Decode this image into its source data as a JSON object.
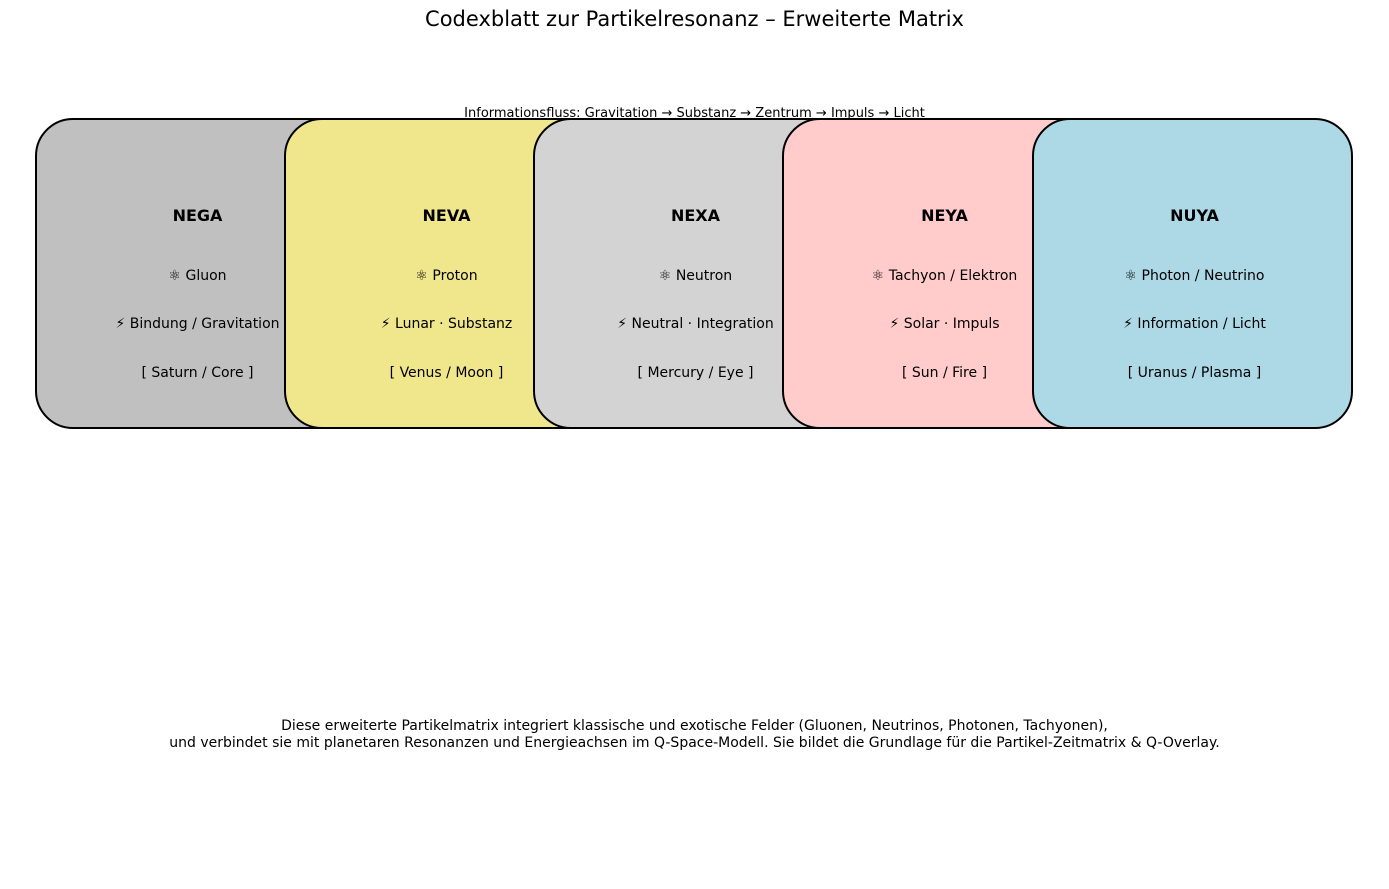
{
  "title": "Codexblatt zur Partikelresonanz – Erweiterte Matrix",
  "flow_caption": "Informationsfluss: Gravitation → Substanz → Zentrum → Impuls → Licht",
  "cards": [
    {
      "name": "NEGA",
      "particle_icon": "atom-icon",
      "particle": "⚛ Gluon",
      "energy_icon": "lightning-icon",
      "energy": "⚡ Bindung / Gravitation",
      "planet": "[ Saturn / Core ]",
      "color": "#c0c0c0"
    },
    {
      "name": "NEVA",
      "particle_icon": "atom-icon",
      "particle": "⚛ Proton",
      "energy_icon": "lightning-icon",
      "energy": "⚡ Lunar · Substanz",
      "planet": "[ Venus / Moon ]",
      "color": "#f0e68c"
    },
    {
      "name": "NEXA",
      "particle_icon": "atom-icon",
      "particle": "⚛ Neutron",
      "energy_icon": "lightning-icon",
      "energy": "⚡ Neutral · Integration",
      "planet": "[ Mercury / Eye ]",
      "color": "#d3d3d3"
    },
    {
      "name": "NEYA",
      "particle_icon": "atom-icon",
      "particle": "⚛ Tachyon / Elektron",
      "energy_icon": "lightning-icon",
      "energy": "⚡ Solar · Impuls",
      "planet": "[ Sun / Fire ]",
      "color": "#ffcccb"
    },
    {
      "name": "NUYA",
      "particle_icon": "atom-icon",
      "particle": "⚛ Photon / Neutrino",
      "energy_icon": "lightning-icon",
      "energy": "⚡ Information / Licht",
      "planet": "[ Uranus / Plasma ]",
      "color": "#add8e6"
    }
  ],
  "footer": {
    "line1": "Diese erweiterte Partikelmatrix integriert klassische und exotische Felder (Gluonen, Neutrinos, Photonen, Tachyonen),",
    "line2": "und verbindet sie mit planetaren Resonanzen und Energieachsen im Q-Space-Modell. Sie bildet die Grundlage für die Partikel-Zeitmatrix & Q-Overlay."
  }
}
